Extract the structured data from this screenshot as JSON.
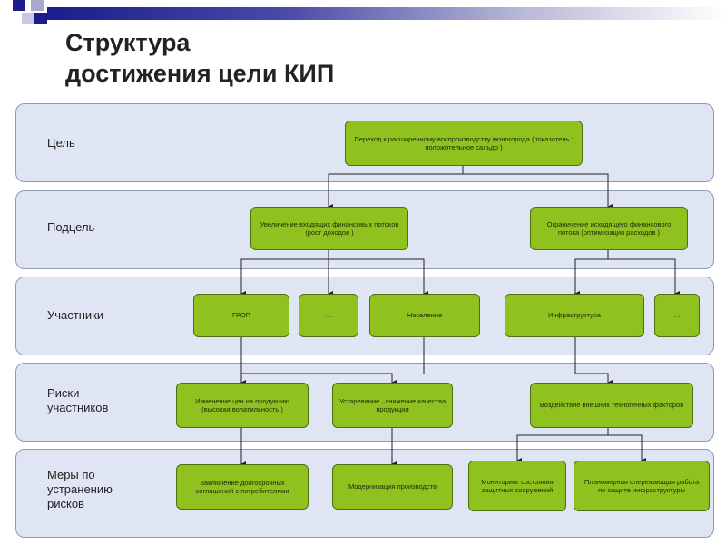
{
  "title": {
    "line1": "Структура",
    "line2": "достижения цели КИП"
  },
  "bands": {
    "goal": "Цель",
    "subgoal": "Подцель",
    "participants": "Участники",
    "risks": "Риски\nучастников",
    "measures": "Меры по\nустранению\nрисков"
  },
  "nodes": {
    "goal": "Переход к расширенному воспроизводству моногорода (показатель : положительное сальдо )",
    "sub_in": "Увеличение входящих финансовых потоков (рост доходов )",
    "sub_out": "Ограничение исходящего финансового потока (оптимизация расходов )",
    "p_grop": "ГРОП",
    "p_dots1": "…",
    "p_population": "Население",
    "p_infra": "Инфраструктура",
    "p_dots2": "…",
    "r_price": "Изменение цен на продукцию (высокая волатильность )",
    "r_obsolete": "Устаревание , снижение качества продукции",
    "r_external": "Воздействие внешних техногенных факторов",
    "m_contracts": "Заключение долгосрочных соглашений с потребителями",
    "m_modern": "Модернизация производств",
    "m_monitor": "Мониторинг состояния защитных сооружений",
    "m_planned": "Планомерная опережающая работа по защите инфраструктуры"
  },
  "colors": {
    "node_fill": "#8fc21e",
    "band_fill": "#dfe5f2",
    "title_bar": "#1c1c8c"
  }
}
